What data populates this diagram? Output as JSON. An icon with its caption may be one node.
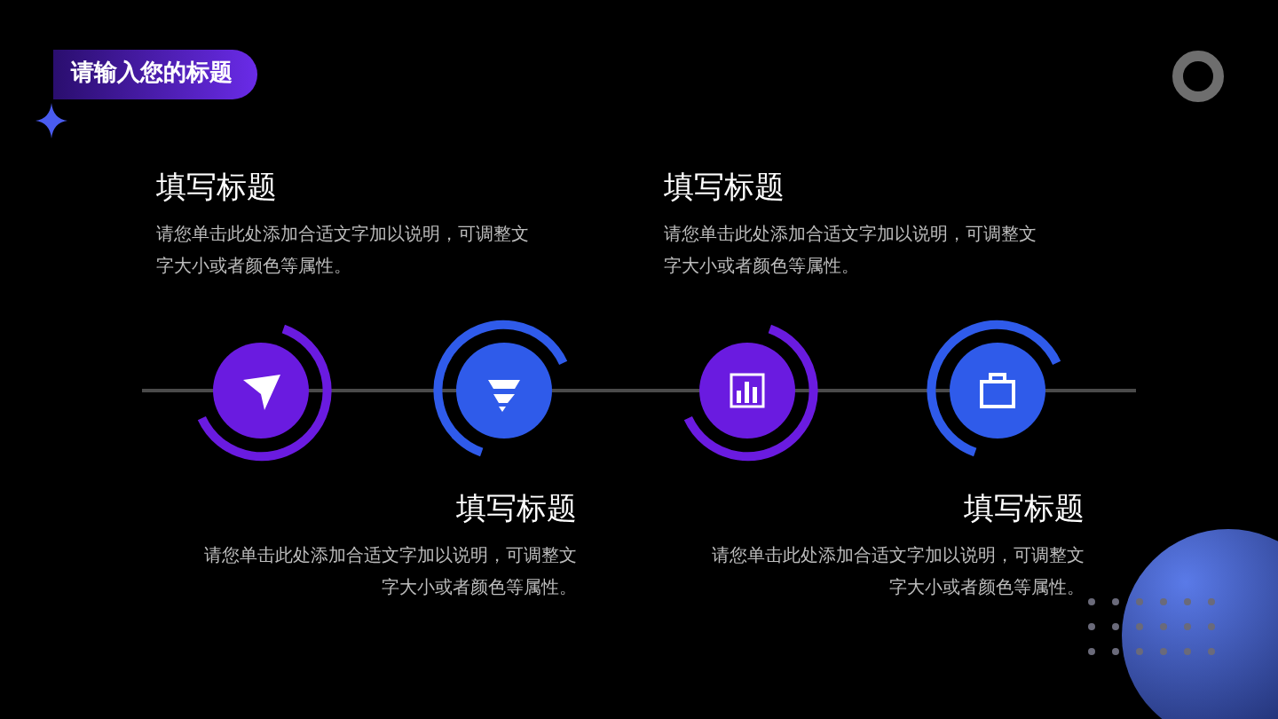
{
  "diagram": {
    "title": "请输入您的标题",
    "labels": [
      "填写标题",
      "请您单击此处添加合适文字加以说明，可调整文字大小或者颜色等属性。",
      "填写标题",
      "请您单击此处添加合适文字加以说明，可调整文字大小或者颜色等属性。",
      "填写标题",
      "请您单击此处添加合适文字加以说明，可调整文字大小或者颜色等属性。",
      "填写标题",
      "请您单击此处添加合适文字加以说明，可调整文字大小或者颜色等属性。"
    ]
  }
}
